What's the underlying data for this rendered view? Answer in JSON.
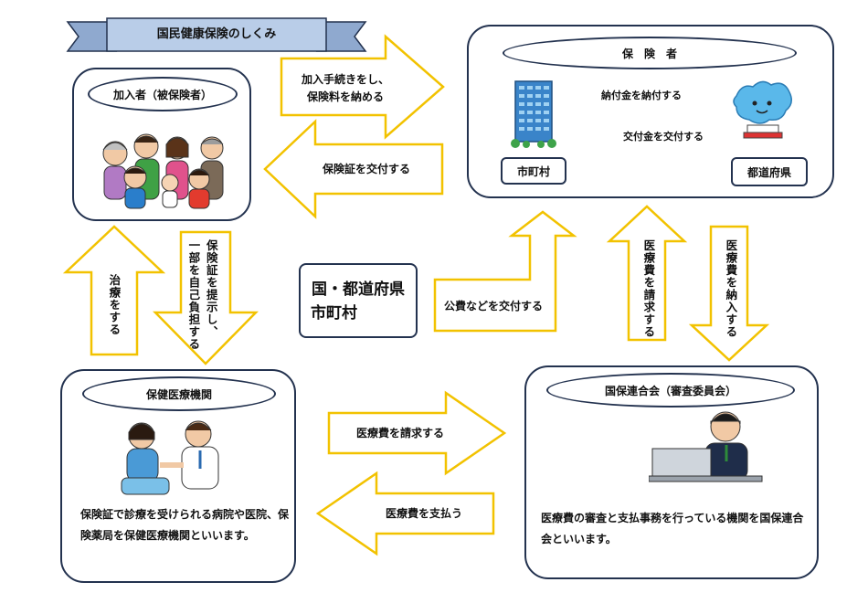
{
  "title": "国民健康保険のしくみ",
  "center": {
    "line1": "国・都道府県",
    "line2": "市町村"
  },
  "insured": {
    "header": "加入者（被保険者）"
  },
  "insurer": {
    "header": "保　険　者",
    "city": "市町村",
    "prefecture": "都道府県",
    "pay_in": "納付金を納付する",
    "grant": "交付金を交付する"
  },
  "medical": {
    "header": "保健医療機関",
    "description_line1": "保険証で診療を受けられる病院や医院、保",
    "description_line2": "険薬局を保健医療機関といいます。"
  },
  "federation": {
    "header": "国保連合会（審査委員会）",
    "description_line1": "医療費の審査と支払事務を行っている機関を国保連合",
    "description_line2": "会といいます。"
  },
  "arrows": {
    "enroll_line1": "加入手続きをし、",
    "enroll_line2": "保険料を納める",
    "issue_card": "保険証を交付する",
    "treatment": "治療をする",
    "present_card_line1": "保険証を提示し、",
    "present_card_line2": "一部を自己負担する",
    "public_funds": "公費などを交付する",
    "claim_to_insurer": "医療費を請求する",
    "pay_to_federation": "医療費を納入する",
    "claim_to_federation": "医療費を請求する",
    "pay_medical": "医療費を支払う"
  },
  "colors": {
    "arrow_stroke": "#f2c200",
    "box_border": "#23324f",
    "banner_fill": "#b9cde8"
  }
}
